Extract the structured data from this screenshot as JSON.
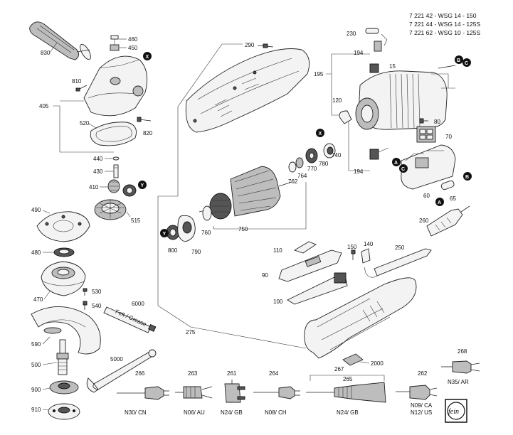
{
  "model_header": [
    "7 221 42 - WSG 14 - 150",
    "7 221 44 - WSG 14 - 125S",
    "7 221 62 - WSG 10 - 125S"
  ],
  "brand": "fein",
  "markers": [
    "X",
    "Y",
    "A",
    "B",
    "C"
  ],
  "labels": {
    "p830": "830",
    "p460": "460",
    "p450": "450",
    "p810": "810",
    "p405": "405",
    "p520": "520",
    "p820": "820",
    "p440": "440",
    "p430": "430",
    "p410": "410",
    "p515": "515",
    "p490": "490",
    "p480": "480",
    "p470": "470",
    "p530": "530",
    "p540": "540",
    "p590": "590",
    "p6000": "6000",
    "p500": "500",
    "p900": "900",
    "p910": "910",
    "p5000": "5000",
    "p290": "290",
    "p275": "275",
    "p760": "760",
    "p750": "750",
    "p762": "762",
    "p764": "764",
    "p770": "770",
    "p780": "780",
    "p740": "740",
    "p800": "800",
    "p790": "790",
    "p230": "230",
    "p194a": "194",
    "p15": "15",
    "p195": "195",
    "p120": "120",
    "p80": "80",
    "p70": "70",
    "p194b": "194",
    "p60": "60",
    "p65": "65",
    "p260": "260",
    "p110": "110",
    "p150": "150",
    "p140": "140",
    "p250": "250",
    "p90": "90",
    "p100": "100",
    "p2000": "2000",
    "p266": "266",
    "p263": "263",
    "p261": "261",
    "p264": "264",
    "p267": "267",
    "p265": "265",
    "p262": "262",
    "p268": "268"
  },
  "plug_labels": {
    "n30": "N30/ CN",
    "n06": "N06/ AU",
    "n24a": "N24/ GB",
    "n08": "N08/ CH",
    "n24b": "N24/ GB",
    "n09": "N09/ CA",
    "n12": "N12/ US",
    "n35": "N35/ AR"
  },
  "tube_text": "Fett / Grease"
}
